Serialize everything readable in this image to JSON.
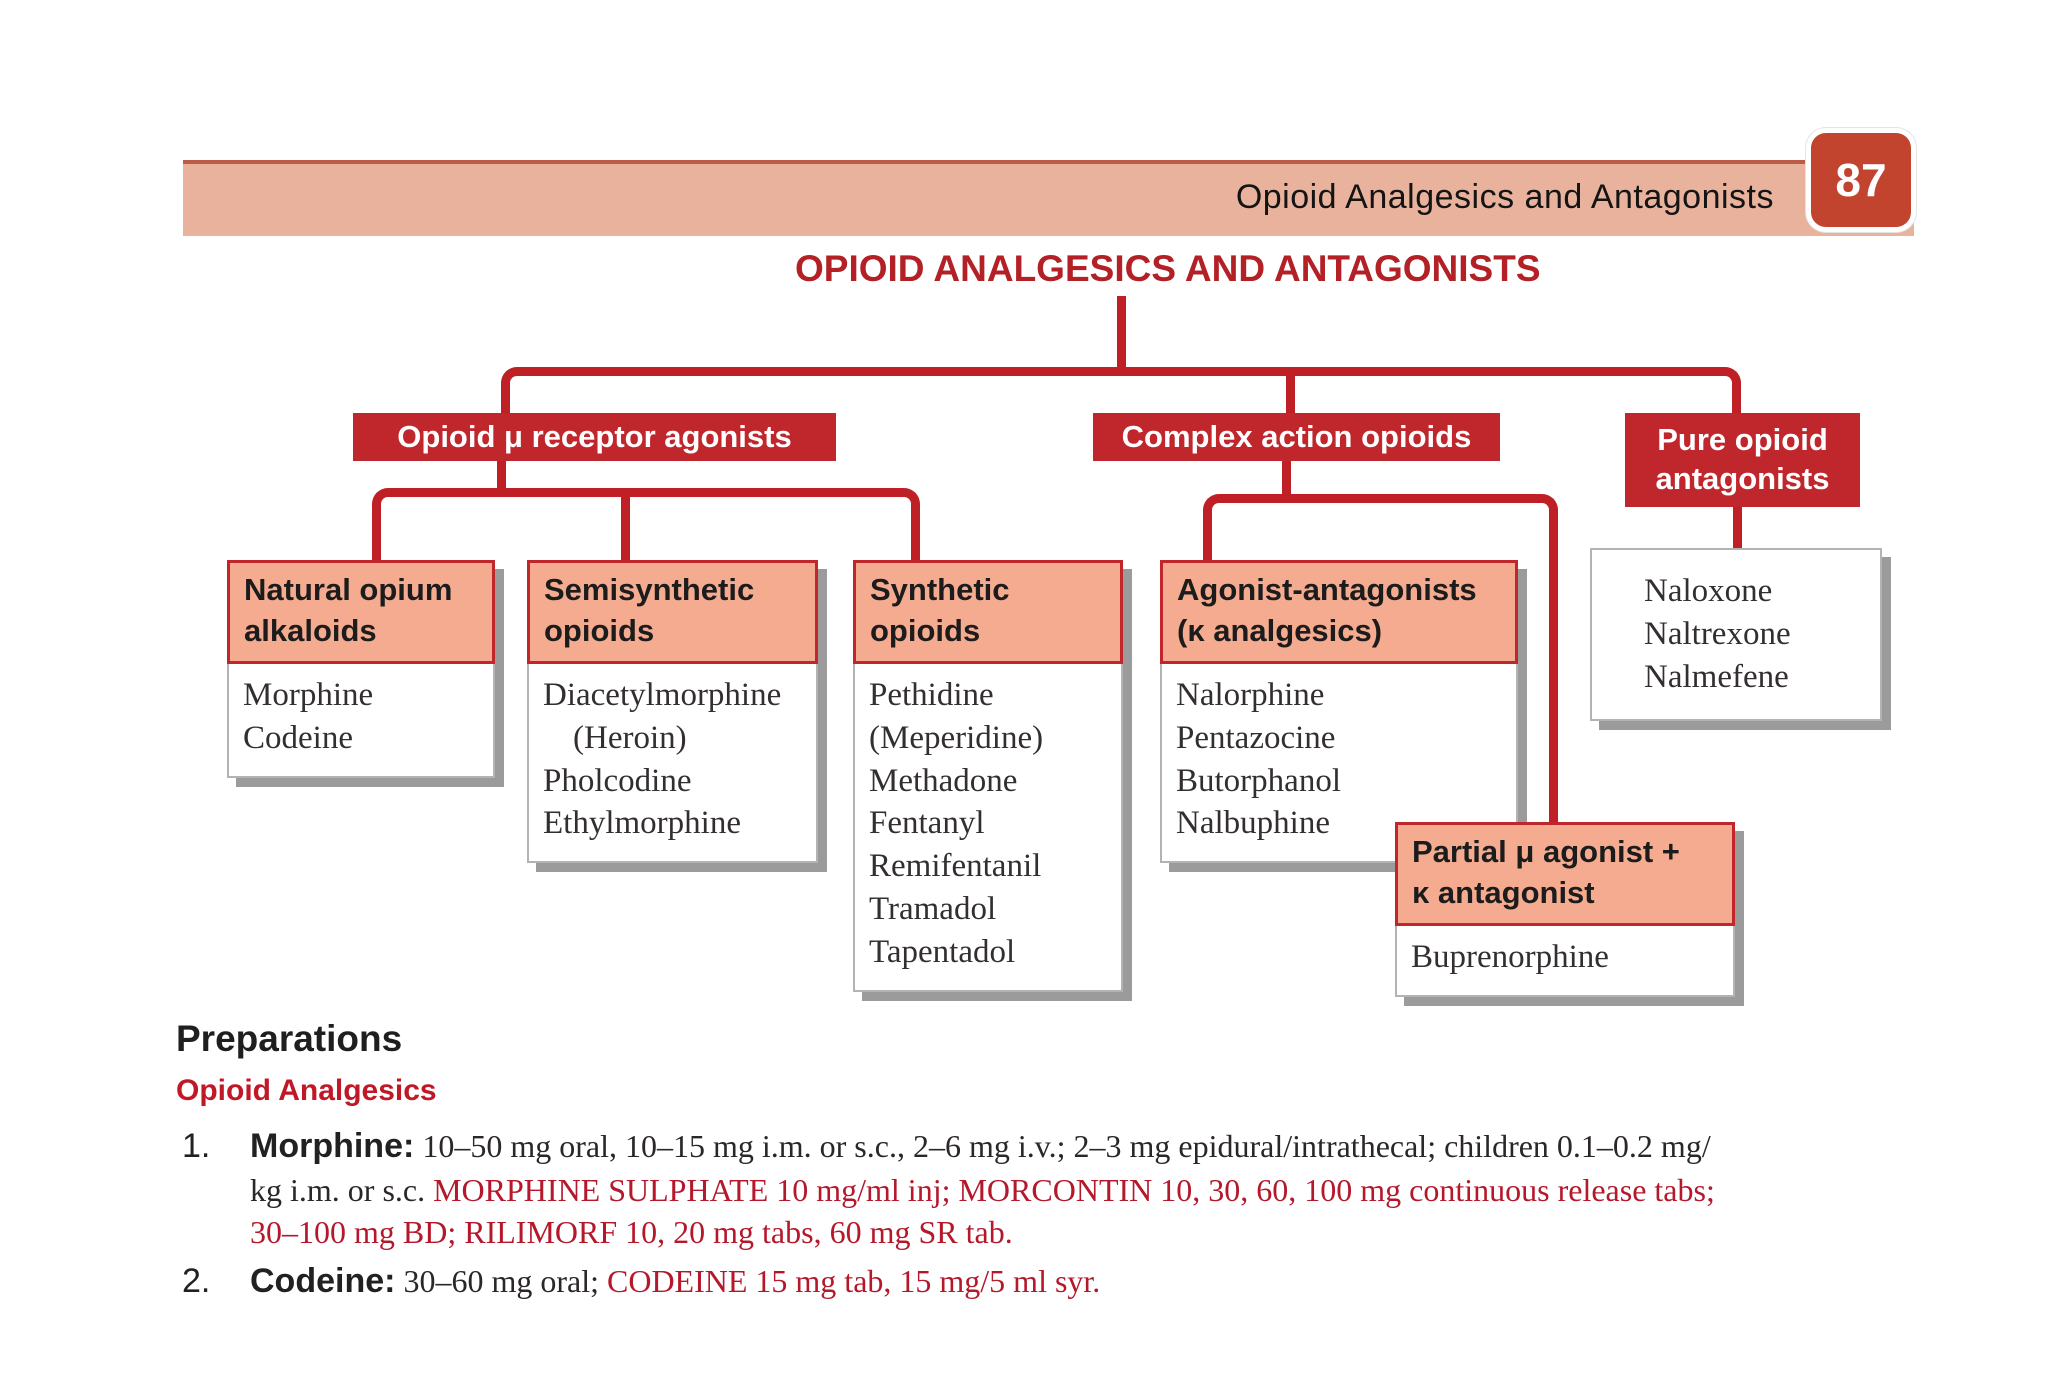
{
  "header": {
    "title": "Opioid Analgesics and Antagonists",
    "page_number": "87"
  },
  "colors": {
    "accent_red": "#bf2026",
    "box_red": "#c0272d",
    "leaf_header_salmon": "#f5ab90",
    "bar_salmon": "#e9b29d",
    "prep_red": "#b5182b"
  },
  "diagram": {
    "title": "OPIOID ANALGESICS AND ANTAGONISTS",
    "branches": {
      "mu_agonists": {
        "label": "Opioid μ receptor agonists"
      },
      "complex": {
        "label": "Complex action opioids"
      },
      "pure_antagonists": {
        "line1": "Pure opioid",
        "line2": "antagonists"
      }
    },
    "leaves": {
      "natural": {
        "title1": "Natural opium",
        "title2": "alkaloids",
        "items": [
          "Morphine",
          "Codeine"
        ]
      },
      "semisynthetic": {
        "title1": "Semisynthetic",
        "title2": "opioids",
        "items": [
          "Diacetylmorphine",
          "(Heroin)",
          "Pholcodine",
          "Ethylmorphine"
        ]
      },
      "synthetic": {
        "title1": "Synthetic",
        "title2": "opioids",
        "items": [
          "Pethidine",
          "(Meperidine)",
          "Methadone",
          "Fentanyl",
          "Remifentanil",
          "Tramadol",
          "Tapentadol"
        ]
      },
      "agonist_antagonists": {
        "title1": "Agonist-antagonists",
        "title2": "(κ analgesics)",
        "items": [
          "Nalorphine",
          "Pentazocine",
          "Butorphanol",
          "Nalbuphine"
        ]
      },
      "pure": {
        "items": [
          "Naloxone",
          "Naltrexone",
          "Nalmefene"
        ]
      },
      "partial": {
        "title1": "Partial μ agonist +",
        "title2": "κ antagonist",
        "items": [
          "Buprenorphine"
        ]
      }
    }
  },
  "preparations": {
    "heading": "Preparations",
    "subheading": "Opioid Analgesics",
    "items": {
      "morphine": {
        "number": "1.",
        "name": "Morphine:",
        "line1": "10–50 mg oral, 10–15 mg i.m. or s.c., 2–6 mg i.v.; 2–3 mg epidural/intrathecal; children 0.1–0.2 mg/",
        "line2_black": "kg i.m. or s.c. ",
        "line2_red": "MORPHINE SULPHATE 10 mg/ml inj; MORCONTIN 10, 30, 60, 100 mg continuous release tabs;",
        "line3_red": "30–100 mg BD; RILIMORF 10, 20 mg tabs, 60 mg SR tab."
      },
      "codeine": {
        "number": "2.",
        "name": "Codeine:",
        "black": "30–60 mg oral; ",
        "red": "CODEINE 15 mg tab, 15 mg/5 ml syr."
      }
    }
  }
}
